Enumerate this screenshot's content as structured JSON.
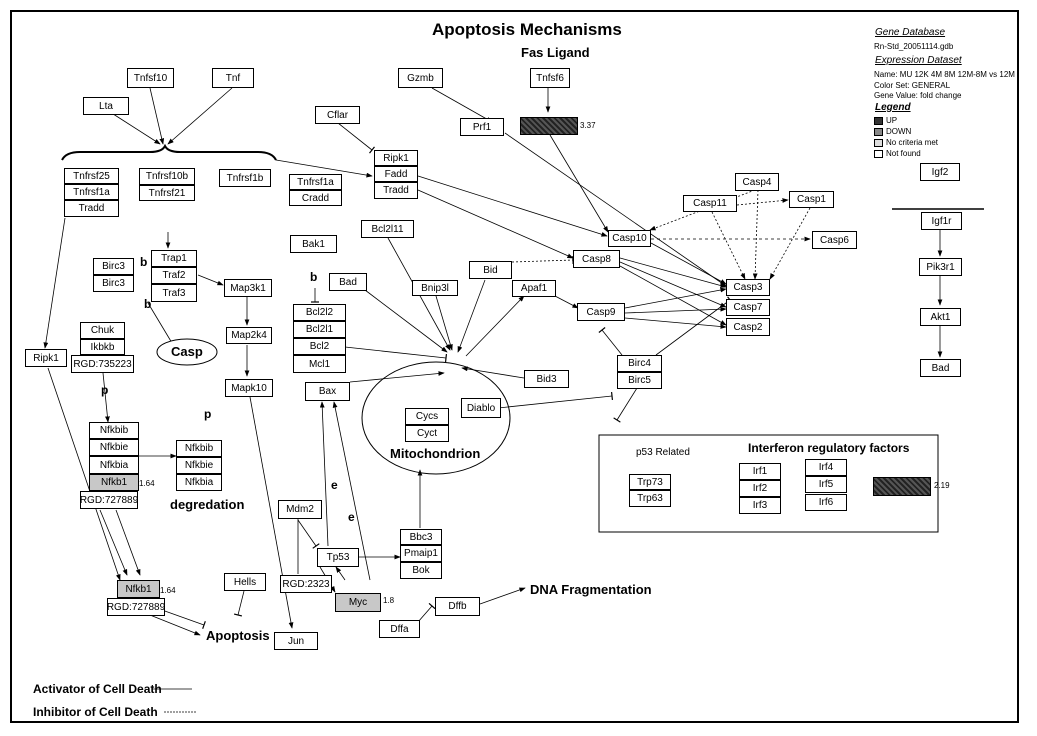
{
  "title": "Apoptosis Mechanisms",
  "fas_ligand_label": "Fas Ligand",
  "mitochondrion_label": "Mitochondrion",
  "dna_fragmentation_label": "DNA Fragmentation",
  "apoptosis_label": "Apoptosis",
  "degredation_label": "degredation",
  "casp_label": "Casp",
  "p53_related_label": "p53 Related",
  "interferon_label": "Interferon regulatory factors",
  "activator_label": "Activator of Cell Death",
  "inhibitor_label": "Inhibitor of Cell Death",
  "info": {
    "gene_db_title": "Gene Database",
    "gene_db_value": "Rn-Std_20051114.gdb",
    "expr_title": "Expression Dataset",
    "expr_name": "Name: MU 12K 4M 8M 12M-8M vs 12M",
    "color_set": "Color Set: GENERAL",
    "gene_value": "Gene Value: fold change",
    "legend_title": "Legend",
    "legend_up": "UP",
    "legend_down": "DOWN",
    "legend_none": "No criteria met",
    "legend_notfound": "Not found"
  },
  "letters": {
    "b1": "b",
    "b2": "b",
    "b3": "b",
    "p1": "p",
    "p2": "p",
    "e1": "e",
    "e2": "e"
  },
  "values": {
    "tnfsf6": "3.37",
    "nfkb1a": "1.64",
    "nfkb1b": "1.64",
    "myc": "1.8",
    "irf": "2.19"
  },
  "genes": {
    "Tnfsf10": "Tnfsf10",
    "Tnf": "Tnf",
    "Lta": "Lta",
    "Gzmb": "Gzmb",
    "Tnfsf6": "Tnfsf6",
    "Prf1": "Prf1",
    "Cflar": "Cflar",
    "Ripk1a": "Ripk1",
    "Fadd": "Fadd",
    "Tradda": "Tradd",
    "Tnfrsf1a": "Tnfrsf1a",
    "Cradd": "Cradd",
    "Tnfrsf25": "Tnfrsf25",
    "Tnfrsf1ab": "Tnfrsf1a",
    "Traddb": "Tradd",
    "Tnfrsf10b": "Tnfrsf10b",
    "Tnfrsf21": "Tnfrsf21",
    "Tnfrsf1b": "Tnfrsf1b",
    "Casp4": "Casp4",
    "Casp11": "Casp11",
    "Casp1": "Casp1",
    "Casp10": "Casp10",
    "Casp6": "Casp6",
    "Casp8": "Casp8",
    "Bcl2l11": "Bcl2l11",
    "Bak1": "Bak1",
    "Bad": "Bad",
    "Bid": "Bid",
    "Apaf1": "Apaf1",
    "Bnip3l": "Bnip3l",
    "Casp3": "Casp3",
    "Casp7": "Casp7",
    "Casp2": "Casp2",
    "Casp9": "Casp9",
    "Birc3a": "Birc3",
    "Birc3b": "Birc3",
    "Trap1": "Trap1",
    "Traf2": "Traf2",
    "Traf3": "Traf3",
    "Map3k1": "Map3k1",
    "Map2k4": "Map2k4",
    "Mapk10": "Mapk10",
    "Bcl2l2": "Bcl2l2",
    "Bcl2l1": "Bcl2l1",
    "Bcl2": "Bcl2",
    "Mcl1": "Mcl1",
    "Chuk": "Chuk",
    "Ikbkb": "Ikbkb",
    "RGD735223": "RGD:735223",
    "Ripk1b": "Ripk1",
    "Bax": "Bax",
    "Bid3": "Bid3",
    "Birc4": "Birc4",
    "Birc5": "Birc5",
    "Diablo": "Diablo",
    "Cycs": "Cycs",
    "Cyct": "Cyct",
    "Nfkbib": "Nfkbib",
    "Nfkbie": "Nfkbie",
    "Nfkbia": "Nfkbia",
    "Nfkb1a": "Nfkb1",
    "RGD727889a": "RGD:727889",
    "Nfkbib2": "Nfkbib",
    "Nfkbie2": "Nfkbie",
    "Nfkbia2": "Nfkbia",
    "Mdm2": "Mdm2",
    "Tp53": "Tp53",
    "RGD2323": "RGD:2323",
    "Myc": "Myc",
    "Bbc3": "Bbc3",
    "Pmaip1": "Pmaip1",
    "Bok": "Bok",
    "Dffb": "Dffb",
    "Dffa": "Dffa",
    "Nfkb1b": "Nfkb1",
    "RGD727889b": "RGD:727889",
    "Hells": "Hells",
    "Jun": "Jun",
    "Igf2": "Igf2",
    "Igf1r": "Igf1r",
    "Pik3r1": "Pik3r1",
    "Akt1": "Akt1",
    "Badb": "Bad",
    "Trp73": "Trp73",
    "Trp63": "Trp63",
    "Irf1": "Irf1",
    "Irf2": "Irf2",
    "Irf3": "Irf3",
    "Irf4": "Irf4",
    "Irf5": "Irf5",
    "Irf6": "Irf6"
  }
}
